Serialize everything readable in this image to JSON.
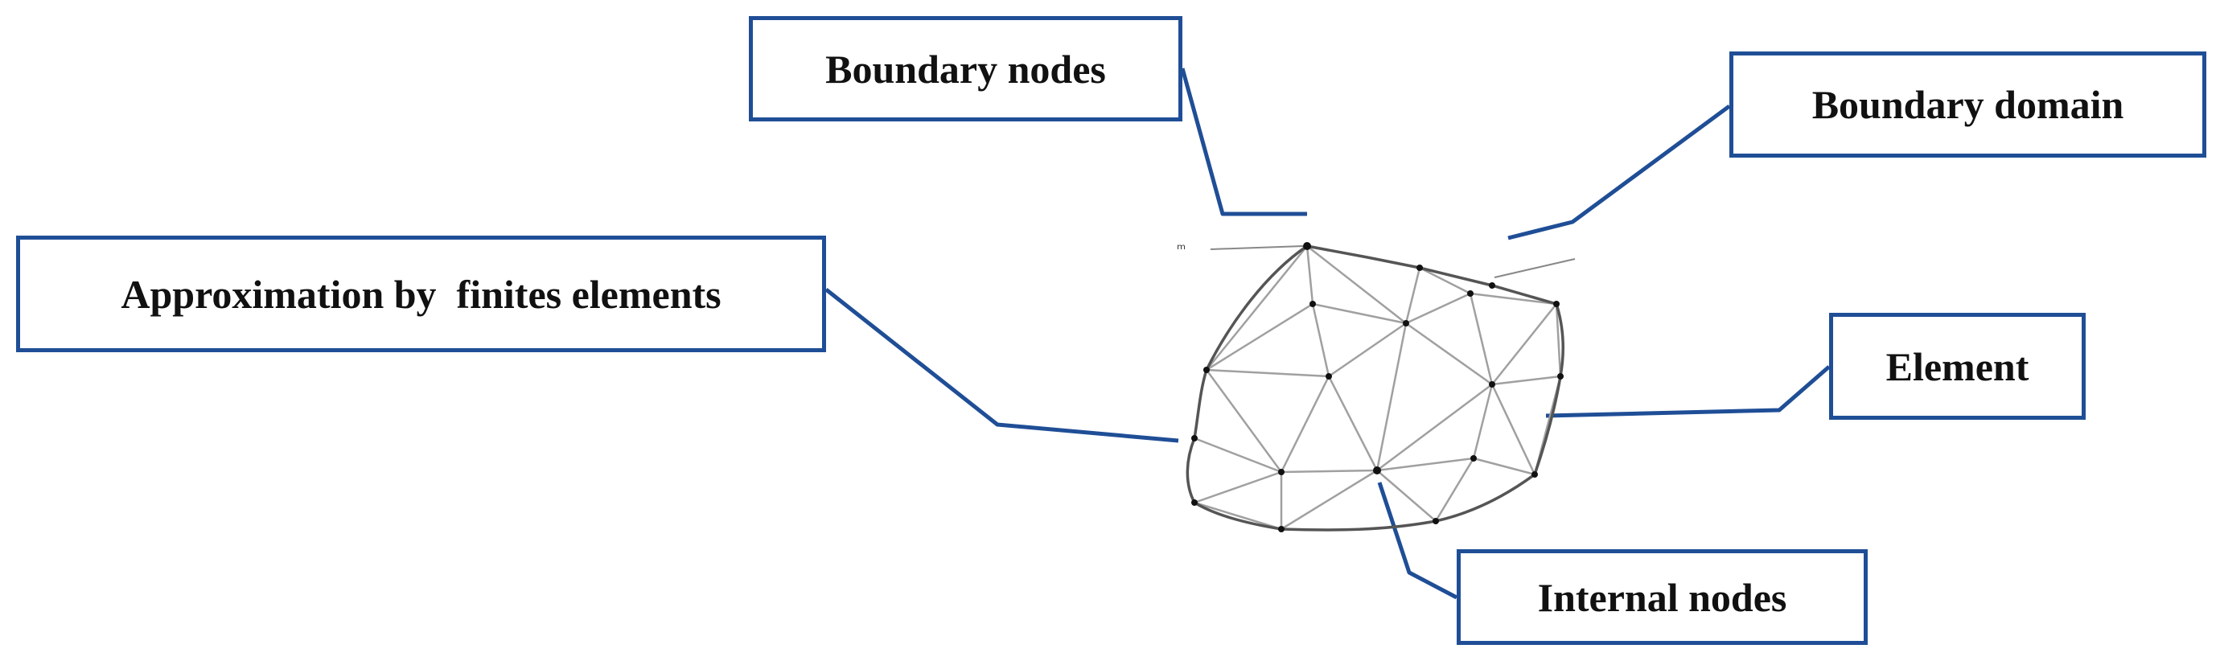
{
  "labels": {
    "boundary_nodes": "Boundary nodes",
    "boundary_domain": "Boundary domain",
    "approximation": "Approximation by  finites elements",
    "element": "Element",
    "internal_nodes": "Internal nodes"
  },
  "colors": {
    "callout": "#1f4e96",
    "mesh_edge": "#a0a0a0",
    "boundary": "#555555",
    "node": "#111111"
  }
}
